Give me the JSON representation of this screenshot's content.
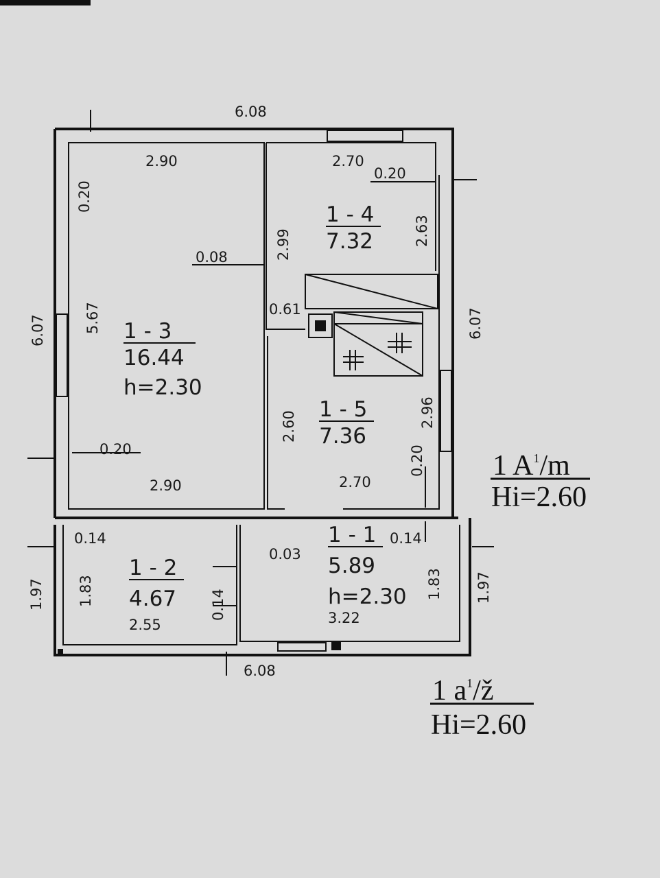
{
  "title": "Floor plan",
  "overall": {
    "width_top": "6.08",
    "width_bottom": "6.08",
    "height_left": "6.07",
    "height_right": "6.07",
    "lower_left": "1.97",
    "lower_right": "1.97"
  },
  "rooms": [
    {
      "id": "1 - 3",
      "area": "16.44",
      "height": "h=2.30",
      "dims": [
        "2.90",
        "2.90",
        "5.67"
      ]
    },
    {
      "id": "1 - 4",
      "area": "7.32",
      "dims": [
        "2.70",
        "2.63",
        "2.99"
      ]
    },
    {
      "id": "1 - 5",
      "area": "7.36",
      "dims": [
        "2.70",
        "2.60",
        "2.96"
      ]
    },
    {
      "id": "1 - 2",
      "area": "4.67",
      "dims": [
        "2.55",
        "1.83"
      ]
    },
    {
      "id": "1 - 1",
      "area": "5.89",
      "height": "h=2.30",
      "dims": [
        "3.22",
        "1.83"
      ]
    }
  ],
  "walls": {
    "w1": "0.20",
    "w2": "0.08",
    "w3": "0.20",
    "w4": "0.20",
    "w5": "0.20",
    "w6": "0.61",
    "w7": "0.14",
    "w8": "0.03",
    "w9": "0.14",
    "w10": "0.14"
  },
  "legend_main": {
    "label": "1  A",
    "sup": "1",
    "suffix": "/m",
    "height": "Hi=2.60"
  },
  "legend_annex": {
    "label": "1  a",
    "sup": "1",
    "suffix": "/ž",
    "height": "Hi=2.60"
  }
}
